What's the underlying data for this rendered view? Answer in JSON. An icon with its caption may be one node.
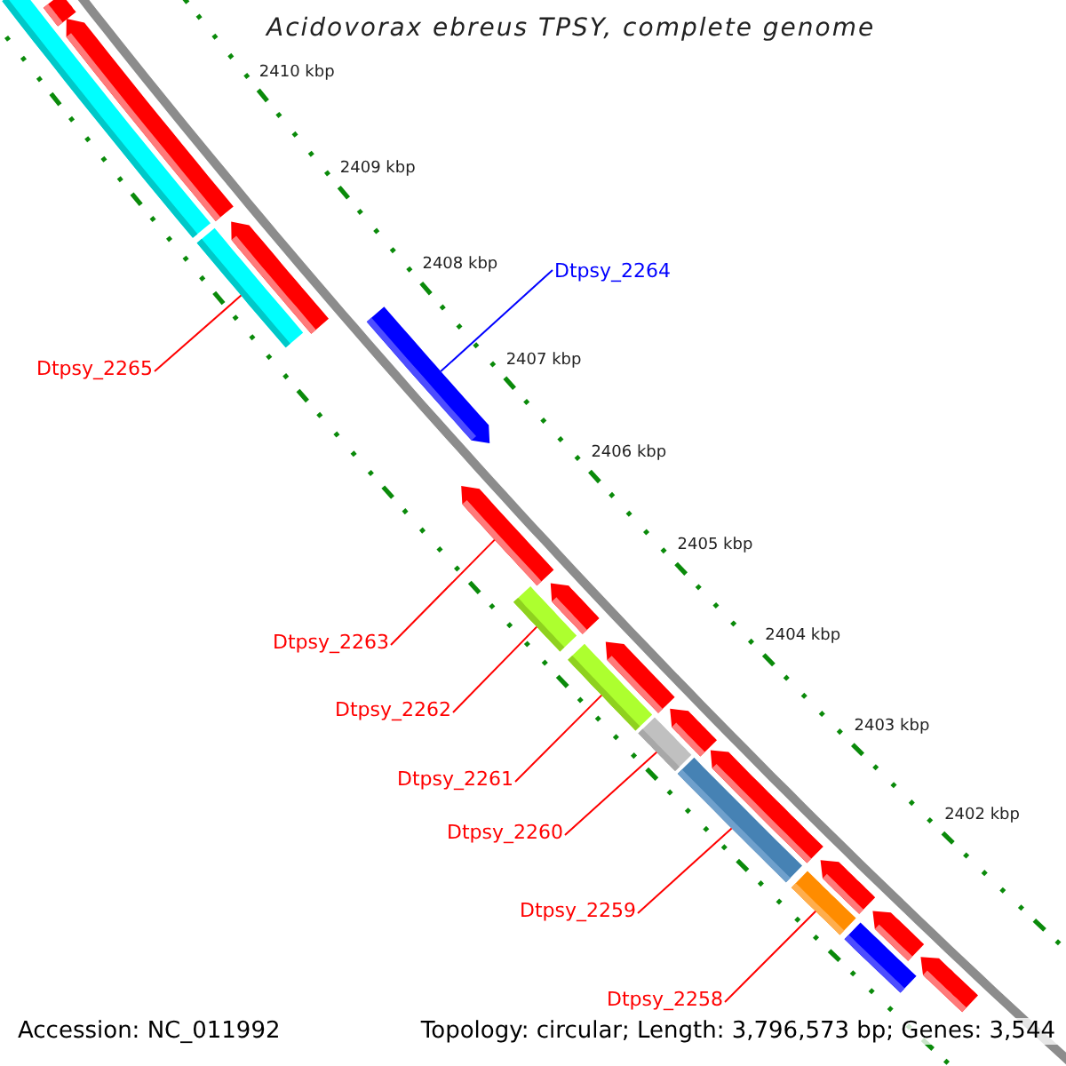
{
  "diagram": {
    "title": "Acidovorax ebreus TPSY, complete genome",
    "nodes": [
      {
        "text": [
          "Dtpsy_2264"
        ]
      },
      {
        "text": [
          "Dtpsy_2265"
        ]
      },
      {
        "text": [
          "Dtpsy_2263"
        ]
      },
      {
        "text": [
          "Dtpsy_2262"
        ]
      },
      {
        "text": [
          "Dtpsy_2261"
        ]
      },
      {
        "text": [
          "Dtpsy_2260"
        ]
      },
      {
        "text": [
          "Dtpsy_2259"
        ]
      },
      {
        "text": [
          "Dtpsy_2258"
        ]
      },
      {
        "text": [],
        "shape": "bar"
      },
      {
        "text": [],
        "shape": "bar"
      },
      {
        "text": [],
        "shape": "bar"
      },
      {
        "text": [],
        "shape": "bar"
      },
      {
        "text": [],
        "shape": "bar"
      },
      {
        "text": [],
        "shape": "bar"
      },
      {
        "text": [],
        "shape": "bar"
      },
      {
        "text": [],
        "shape": "bar"
      },
      {
        "text": [],
        "shape": "bar"
      },
      {
        "text": [],
        "shape": "bar"
      },
      {
        "text": [],
        "shape": "bar"
      },
      {
        "text": [],
        "shape": "bar"
      },
      {
        "text": [],
        "shape": "bar"
      },
      {
        "text": [],
        "shape": "bar"
      },
      {
        "text": [],
        "shape": "bar"
      },
      {
        "text": [],
        "shape": "bar"
      },
      {
        "text": [],
        "shape": "bar"
      },
      {
        "text": [],
        "shape": "bar"
      },
      {
        "text": [],
        "shape": "bar"
      },
      {
        "text": [],
        "shape": "bar"
      }
    ],
    "edges": [
      {
        "from": 0,
        "to": 13,
        "arrow": "none",
        "color": "#0000ff"
      },
      {
        "from": 1,
        "to": 11,
        "arrow": "none"
      },
      {
        "from": 2,
        "to": 14,
        "arrow": "none"
      },
      {
        "from": 3,
        "to": 16,
        "arrow": "none"
      },
      {
        "from": 4,
        "to": 18,
        "arrow": "none"
      },
      {
        "from": 5,
        "to": 20,
        "arrow": "none"
      },
      {
        "from": 6,
        "to": 21,
        "arrow": "none"
      },
      {
        "from": 7,
        "to": 24,
        "arrow": "none"
      }
    ],
    "labels": [
      "2410 kbp",
      "2409 kbp",
      "2408 kbp",
      "2407 kbp",
      "2406 kbp",
      "2405 kbp",
      "2404 kbp",
      "2403 kbp",
      "2402 kbp",
      "Accession: NC_011992",
      "Topology: circular; Length: 3,796,573 bp; Genes: 3,544"
    ]
  }
}
